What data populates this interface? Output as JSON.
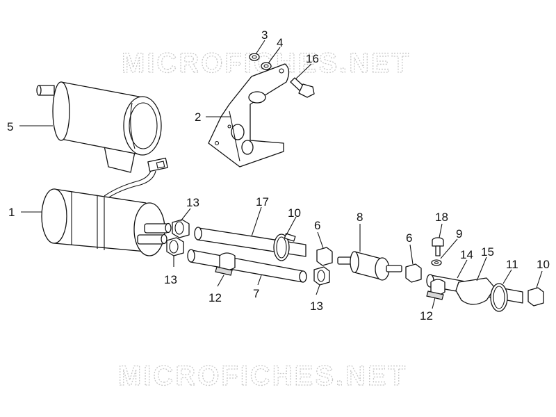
{
  "watermark": {
    "text": "MICROFICHES.NET"
  },
  "callouts": [
    {
      "id": "c1",
      "text": "1"
    },
    {
      "id": "c2",
      "text": "2"
    },
    {
      "id": "c3",
      "text": "3"
    },
    {
      "id": "c4",
      "text": "4"
    },
    {
      "id": "c5",
      "text": "5"
    },
    {
      "id": "c6a",
      "text": "6"
    },
    {
      "id": "c6b",
      "text": "6"
    },
    {
      "id": "c7",
      "text": "7"
    },
    {
      "id": "c8",
      "text": "8"
    },
    {
      "id": "c9",
      "text": "9"
    },
    {
      "id": "c10a",
      "text": "10"
    },
    {
      "id": "c10b",
      "text": "10"
    },
    {
      "id": "c11",
      "text": "11"
    },
    {
      "id": "c12a",
      "text": "12"
    },
    {
      "id": "c12b",
      "text": "12"
    },
    {
      "id": "c13a",
      "text": "13"
    },
    {
      "id": "c13b",
      "text": "13"
    },
    {
      "id": "c13c",
      "text": "13"
    },
    {
      "id": "c14",
      "text": "14"
    },
    {
      "id": "c15",
      "text": "15"
    },
    {
      "id": "c16",
      "text": "16"
    },
    {
      "id": "c17",
      "text": "17"
    },
    {
      "id": "c18",
      "text": "18"
    }
  ]
}
